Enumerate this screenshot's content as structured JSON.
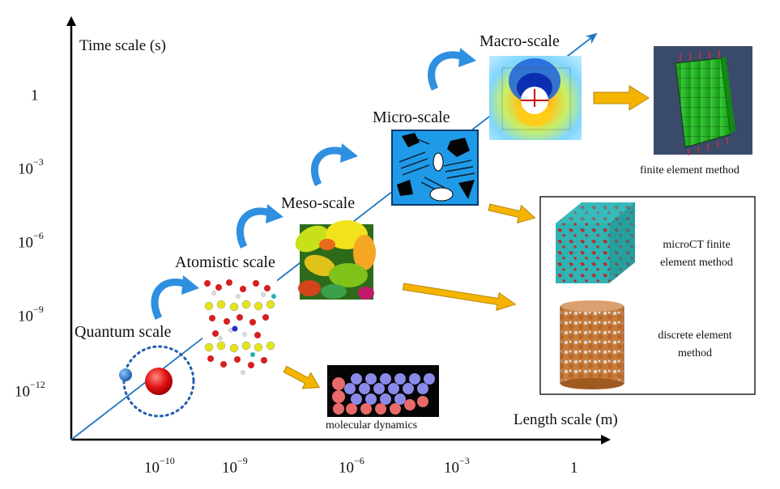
{
  "axes": {
    "y_title": "Time scale (s)",
    "x_title": "Length scale (m)",
    "y_ticks": [
      {
        "base": "1",
        "exp": ""
      },
      {
        "base": "10",
        "exp": "−3"
      },
      {
        "base": "10",
        "exp": "−6"
      },
      {
        "base": "10",
        "exp": "−9"
      },
      {
        "base": "10",
        "exp": "−12"
      }
    ],
    "x_ticks": [
      {
        "base": "10",
        "exp": "−10"
      },
      {
        "base": "10",
        "exp": "−9"
      },
      {
        "base": "10",
        "exp": "−6"
      },
      {
        "base": "10",
        "exp": "−3"
      },
      {
        "base": "1",
        "exp": ""
      }
    ]
  },
  "scales": {
    "quantum": "Quantum scale",
    "atomistic": "Atomistic scale",
    "meso": "Meso-scale",
    "micro": "Micro-scale",
    "macro": "Macro-scale"
  },
  "methods": {
    "molecular_dynamics": "molecular dynamics",
    "finite_element": "finite element method",
    "microct_line1": "microCT finite",
    "microct_line2": "element method",
    "discrete_line1": "discrete element",
    "discrete_line2": "method"
  },
  "colors": {
    "diagonal": "#1f77c4",
    "curl_arrow": "#2f8fe0",
    "block_arrow": "#f5b400",
    "axis": "#000000"
  }
}
